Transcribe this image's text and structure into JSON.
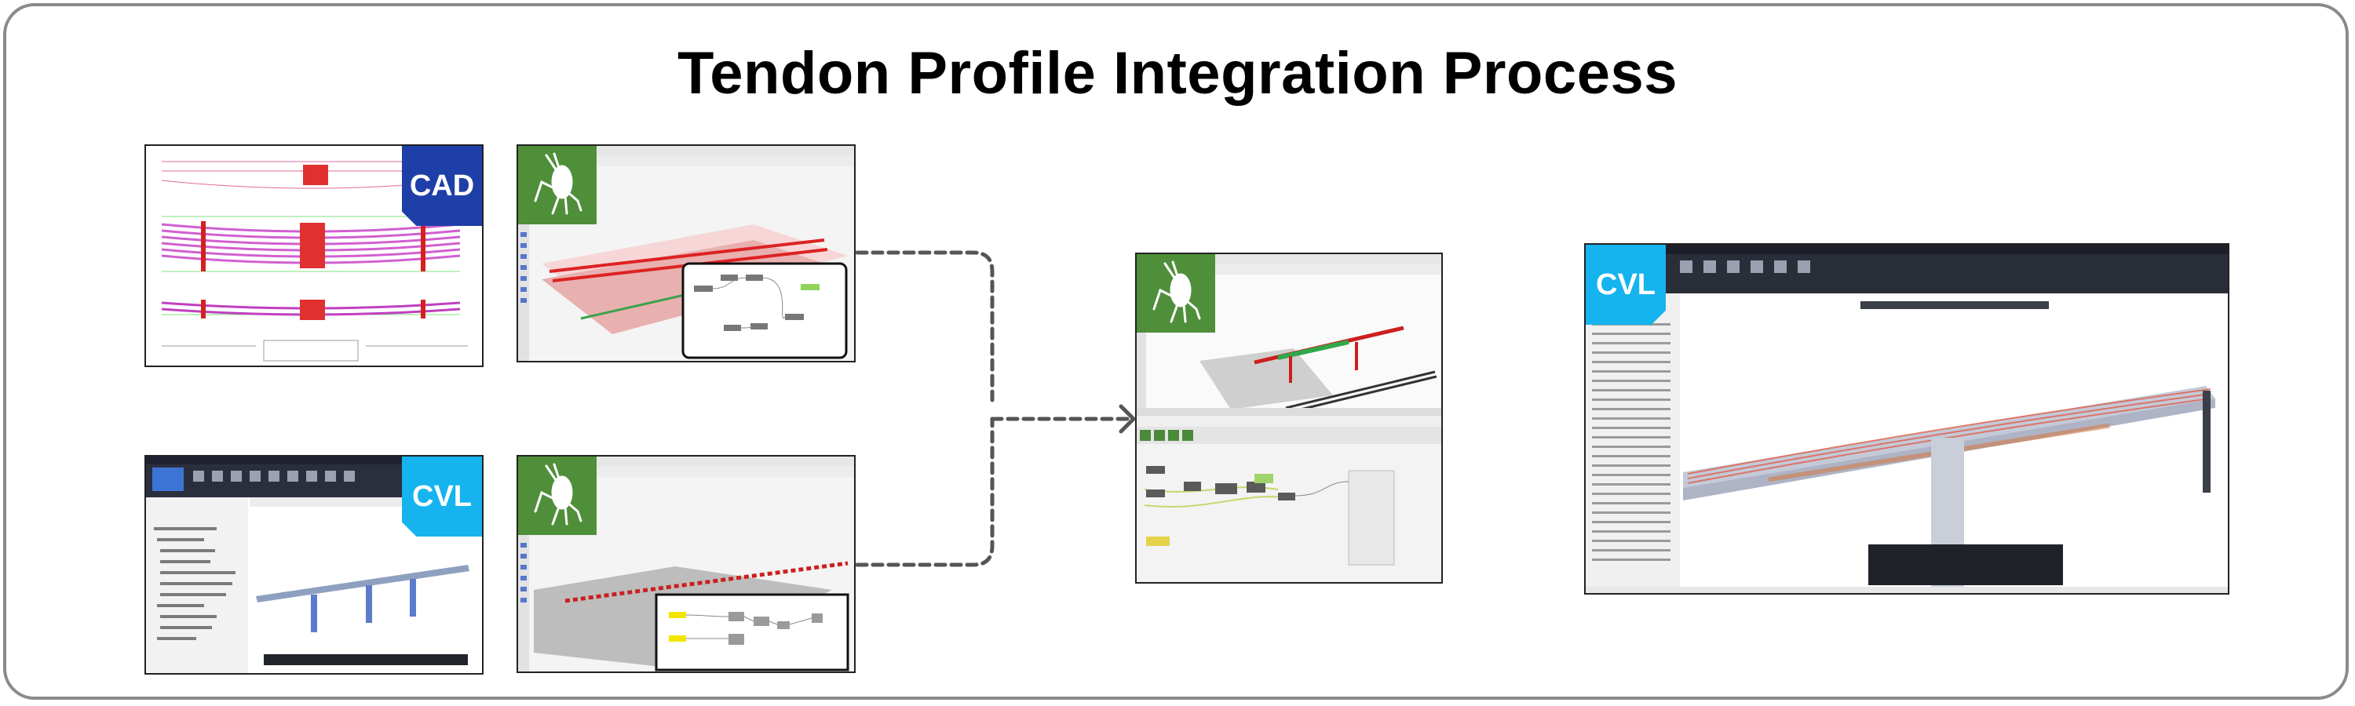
{
  "title": "Tendon Profile Integration Process",
  "badges": {
    "cad": "CAD",
    "cvl_left": "CVL",
    "cvl_right": "CVL"
  },
  "icons": {
    "grasshopper": "grasshopper-icon",
    "arrow": "arrow-right-icon"
  },
  "colors": {
    "cad_badge": "#1f3fa8",
    "cvl_badge": "#16b4ee",
    "grasshopper_badge": "#4f8f3a",
    "connector": "#555555",
    "frame_border": "#8a8a8a"
  }
}
